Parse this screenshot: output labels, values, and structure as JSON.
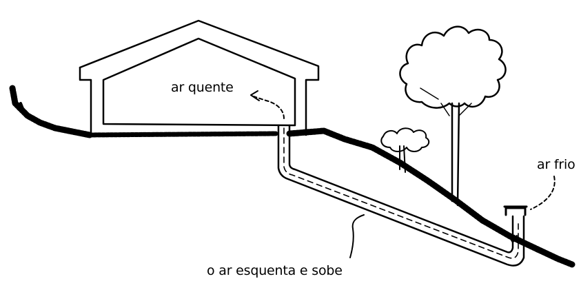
{
  "labels": {
    "warm_air": "ar quente",
    "cold_air": "ar frio",
    "air_heats_rises": "o ar esquenta e sobe"
  },
  "colors": {
    "ink": "#000000",
    "background": "#ffffff"
  }
}
